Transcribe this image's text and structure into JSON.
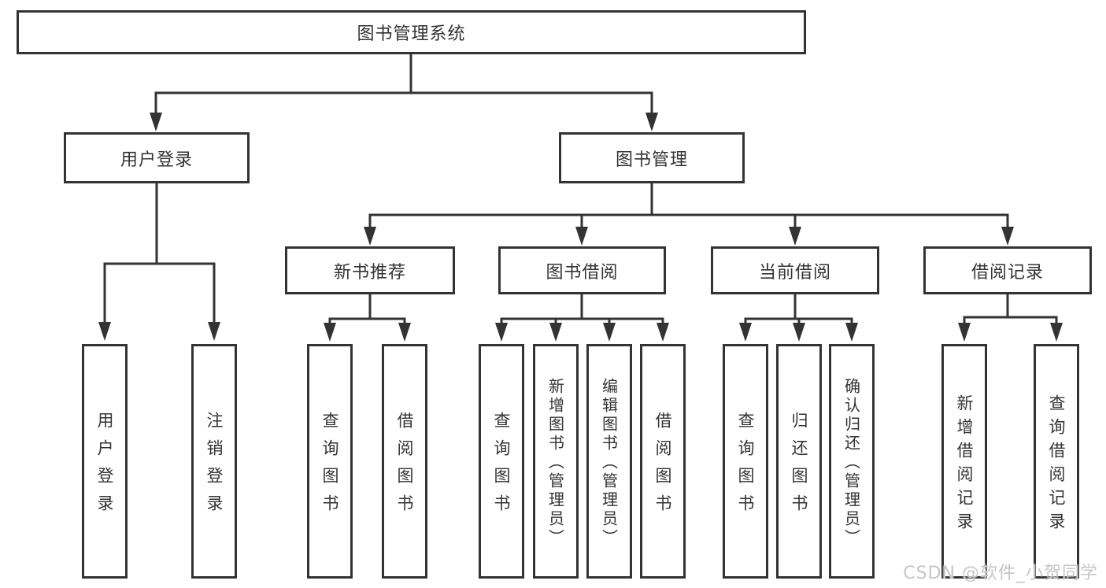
{
  "diagram": {
    "root": {
      "label": "图书管理系统"
    },
    "level2": [
      {
        "label": "用户登录"
      },
      {
        "label": "图书管理"
      }
    ],
    "level3": [
      {
        "label": "新书推荐"
      },
      {
        "label": "图书借阅"
      },
      {
        "label": "当前借阅"
      },
      {
        "label": "借阅记录"
      }
    ],
    "leaf_groups": [
      {
        "parent": "用户登录",
        "items": [
          "用户登录",
          "注销登录"
        ]
      },
      {
        "parent": "新书推荐",
        "items": [
          "查询图书",
          "借阅图书"
        ]
      },
      {
        "parent": "图书借阅",
        "items": [
          "查询图书",
          "新增图书（管理员）",
          "编辑图书（管理员）",
          "借阅图书"
        ]
      },
      {
        "parent": "当前借阅",
        "items": [
          "查询图书",
          "归还图书",
          "确认归还（管理员）"
        ]
      },
      {
        "parent": "借阅记录",
        "items": [
          "新增借阅记录",
          "查询借阅记录"
        ]
      }
    ]
  },
  "watermark": {
    "text": "CSDN @软件_小贺同学"
  },
  "colors": {
    "line": "#333333",
    "text": "#333333",
    "box_background": "#ffffff",
    "page_background": "#ffffff",
    "watermark": "#c6c6c6"
  }
}
